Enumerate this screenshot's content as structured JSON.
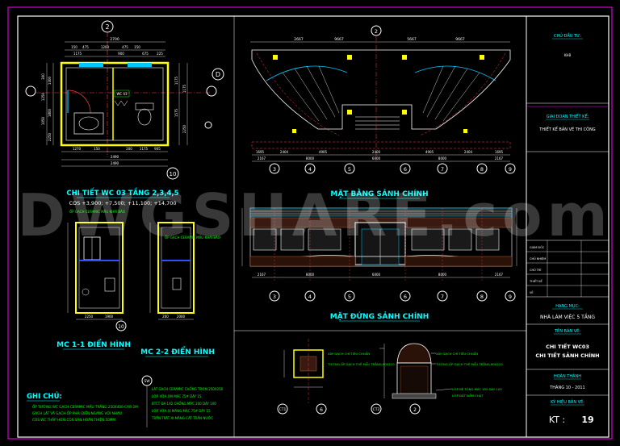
{
  "drawing": {
    "watermark": "DWGSHARE.com",
    "wc_detail": {
      "title": "CHI TIẾT WC  03 TẦNG 2,3,4,5",
      "levels": "COS +3,900; +7,500; +11,100; +14,700",
      "axis_d": "D",
      "axis_10": "10",
      "axis_2": "2",
      "box_label": "WC 03",
      "dims_top": [
        "2700",
        "150",
        "475",
        "1200",
        "475",
        "150",
        "1175",
        "900",
        "675",
        "225"
      ],
      "dims_bottom": [
        "1270",
        "150",
        "2490",
        "200",
        "1175",
        "905",
        "2490"
      ],
      "dim_side_left": [
        "300",
        "1250",
        "1050",
        "1300",
        "1800",
        "2250"
      ],
      "dim_side_right": [
        "1175",
        "1575",
        "1175",
        "2250"
      ]
    },
    "plan": {
      "title": "MẶT BẰNG SẢNH CHÍNH",
      "axis_top": "2",
      "dims_top": [
        "2667",
        "9667",
        "5667",
        "9667"
      ],
      "dims_bottom_1": [
        "1695",
        "2404",
        "4905",
        "2400",
        "4905",
        "2404",
        "1695"
      ],
      "dims_bottom_2": [
        "2167",
        "8000",
        "6000",
        "8000",
        "2167"
      ],
      "axes": [
        "3",
        "4",
        "5",
        "6",
        "7",
        "8",
        "9"
      ]
    },
    "elevation": {
      "title": "MẶT ĐỨNG SẢNH CHÍNH",
      "dims_bottom": [
        "2167",
        "8000",
        "6000",
        "8000",
        "2167"
      ],
      "axes": [
        "3",
        "4",
        "5",
        "6",
        "7",
        "8",
        "9"
      ]
    },
    "sections": {
      "mc1_title": "MC 1-1 ĐIỂN HÌNH",
      "mc2_title": "MC 2-2 ĐIỂN HÌNH",
      "note_mc1": "ỐP GẠCH CERAMIC\nMẦU KHAI BÁO",
      "note_mc2": "ỐP GẠCH CERAMIC\nMẦU KHAI BÁO",
      "axis_10": "10",
      "dims_mc1": [
        "2250",
        "1900"
      ],
      "dims_mc2": [
        "200",
        "2000"
      ]
    },
    "notes": {
      "title": "GHI CHÚ:",
      "items": [
        "ỐP TƯỜNG WC GẠCH CERAMIC MẦU TRẮNG 250X400 CAO 2M",
        "GẠCH LÁT VÀ GẠCH ỐP PHẢI ĐIỀN NGANG VỚI NHAU",
        "COS WC THẤP HƠN COS SÀN HOÀN THIỆN 50MM"
      ],
      "floor_tag": "SW",
      "floor_items": [
        "LÁT GẠCH CERAMIC CHỐNG TRƠN 250X250",
        "LỚP VỮA XM MÁC 75# DÀY 15",
        "BTCT ĐÁ 1X2 CHỐNG MÁC 200 DÀY 100",
        "LỚP VỮA XI MĂNG MÁC 75# DÀY 15",
        "TRẦN TRÁT XI MĂNG CÁT TRẦN NƯỚC"
      ]
    },
    "details": {
      "ct1_label": "CT1",
      "ct1_axis": "6",
      "ct2_label": "CT2",
      "ct2_axis": "2",
      "ct1_notes": [
        "XÂY GẠCH CHỈ TIÊU CHUẨN",
        "TƯỜNG ỐP GẠCH THẺ MẦU TRẮNG 60X210"
      ],
      "ct2_notes": [
        "XÂY GẠCH CHỈ TIÊU CHUẨN",
        "TƯỜNG ỐP GẠCH THẺ MẦU TRẮNG 60X210",
        "LỚP BÊ TÔNG MÁC 150 DÀY 100",
        "LỚP ĐẤT ĐẦM CHẶT"
      ]
    }
  },
  "title_block": {
    "owner_label": "CHỦ ĐẦU TƯ:",
    "owner_value": "KHB",
    "stage_label": "GIAI ĐOẠN THIẾT KẾ:",
    "stage_value": "THIẾT KẾ BẢN VẼ THI CÔNG",
    "roles": [
      "GIÁM ĐỐC",
      "CHỦ NHIỆM",
      "CHỦ TRÌ",
      "THIẾT KẾ",
      "VẼ"
    ],
    "item_label": "HẠNG MỤC:",
    "item_value": "NHÀ LÀM VIỆC 5 TẦNG",
    "sheet_name_label": "TÊN BẢN VẼ:",
    "sheet_name_line1": "CHI TIẾT WC03",
    "sheet_name_line2": "CHI TIẾT SẢNH CHÍNH",
    "complete_label": "HOÀN THÀNH",
    "complete_value": "THÁNG 10 - 2011",
    "sheet_no_label": "KÝ HIỆU BẢN VẼ:",
    "sheet_no_prefix": "KT :",
    "sheet_no_value": "19"
  },
  "colors": {
    "background": "#000000",
    "border": "#ffffff",
    "magenta": "#ff00ff",
    "line": "#ffffff",
    "dim": "#ffffff",
    "axis": "#ff4040",
    "yellow": "#ffff00",
    "cyan": "#00c8ff",
    "blue": "#3050ff",
    "green": "#00ff00",
    "orange": "#ff8000",
    "brown": "#b06030",
    "title": "#00ffff"
  }
}
